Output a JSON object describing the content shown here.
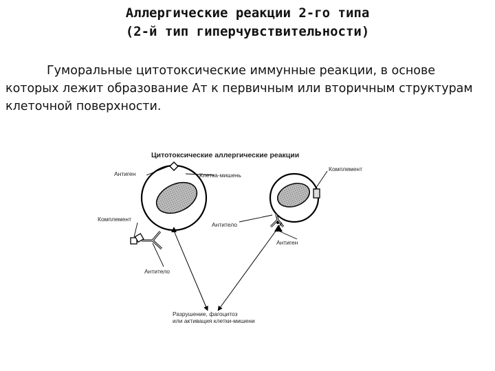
{
  "slide": {
    "title_line1": "Аллергические реакции 2-го типа",
    "title_line2": "(2-й тип гиперчувствительности)",
    "body": "Гуморальные цитотоксические иммунные реакции, в основе которых лежит образование Ат к первичным или вторичным структурам клеточной поверхности."
  },
  "figure": {
    "title": "Цитотоксические аллергические реакции",
    "labels": {
      "antigen_left": "Антиген",
      "target_cell": "Клетка-мишень",
      "complement_right": "Комплемент",
      "complement_left": "Комплемент",
      "antibody_center": "Антитело",
      "antigen_right": "Антиген",
      "antibody_left": "Антитело",
      "result_line1": "Разрушение, фагоцитоз",
      "result_line2": "или активация клетки-мишени"
    }
  }
}
